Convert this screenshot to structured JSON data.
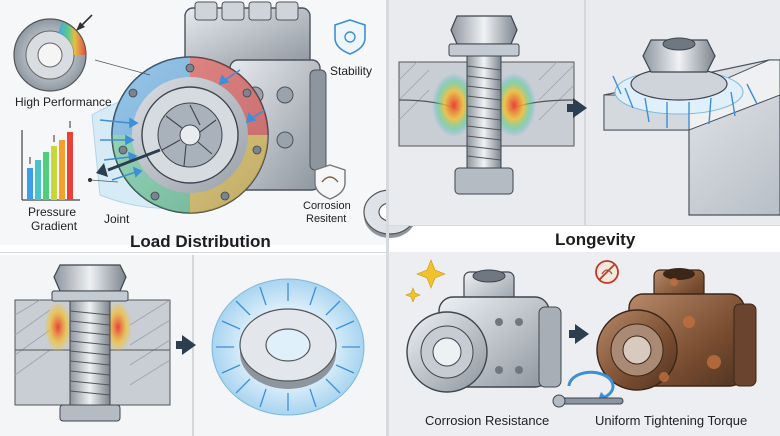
{
  "labels": {
    "high_performance": "High Performance",
    "stability": "Stability",
    "pressure_line1": "Pressure",
    "pressure_line2": "Gradient",
    "joint": "Joint",
    "corrosion_resitent_line1": "Corrosion",
    "corrosion_resitent_line2": "Resitent",
    "corrosion_resistance": "Corrosion Resistance",
    "uniform_tightening_torque": "Uniform Tightening Torque"
  },
  "titles": {
    "load_distribution": "Load Distribution",
    "longevity": "Longevity"
  },
  "colors": {
    "panel_left_bg": "#f3f4f6",
    "panel_right_bg": "#e9ebee",
    "steel": "#b9c0c8",
    "steel_dark": "#6f7780",
    "rust": "#8a5a3c",
    "pressure_hot": "#e8413a",
    "pressure_warm": "#f2c12e",
    "pressure_cool": "#3aa0e8",
    "arrow_blue": "#3d8fd8",
    "arrow_dark": "#2c3e50"
  }
}
